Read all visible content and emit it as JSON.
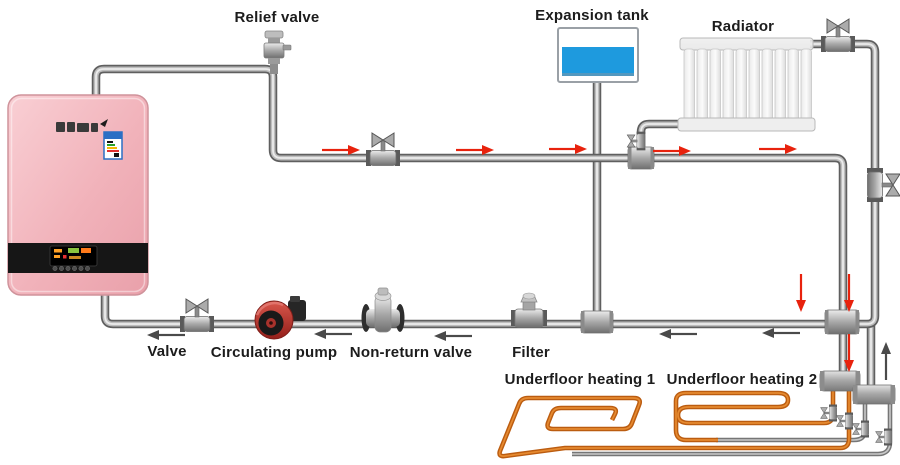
{
  "labels": {
    "relief_valve": "Relief valve",
    "expansion_tank": "Expansion tank",
    "radiator": "Radiator",
    "valve": "Valve",
    "circulating_pump": "Circulating pump",
    "non_return_valve": "Non-return valve",
    "filter": "Filter",
    "underfloor_heating_1": "Underfloor heating 1",
    "underfloor_heating_2": "Underfloor heating 2"
  },
  "colors": {
    "supply_flow_arrow": "#e8220d",
    "return_flow_arrow": "#4a4a4a",
    "underfloor_coil": "#cc6916",
    "expansion_tank_water": "#1e9ade",
    "boiler_body": "#f2b6bc",
    "pump_body": "#c23b31",
    "pipe": "#8a8a8a"
  }
}
